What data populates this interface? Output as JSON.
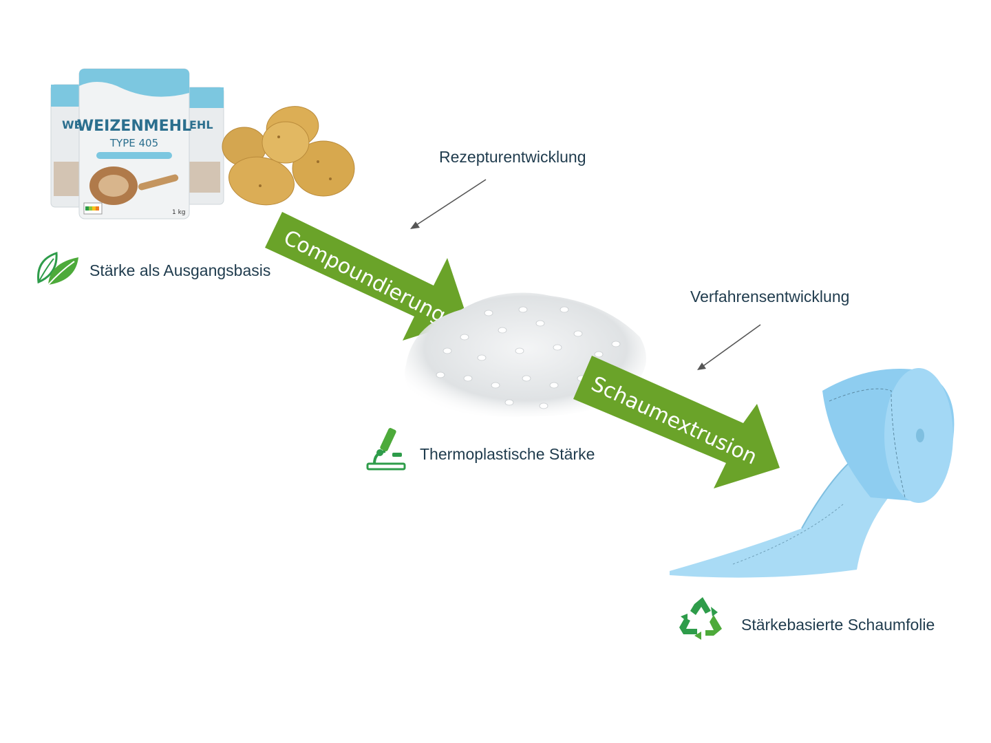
{
  "diagram": {
    "labels": {
      "starch_base": "Stärke als Ausgangsbasis",
      "thermoplastic_starch": "Thermoplastische Stärke",
      "foam_film": "Stärkebasierte Schaumfolie",
      "recipe_development": "Rezepturentwicklung",
      "process_development": "Verfahrensentwicklung"
    },
    "arrows": {
      "compounding": "Compoundierung",
      "foam_extrusion": "Schaumextrusion"
    },
    "flour_bag": {
      "brand": "WEIZENMEHL",
      "type": "TYPE 405",
      "weight": "1 kg"
    },
    "icons": {
      "leaf": "leaf-icon",
      "microscope": "microscope-icon",
      "recycle": "recycle-icon"
    },
    "colors": {
      "arrow_green": "#6aa329",
      "icon_green": "#2e9c4a",
      "foam_blue": "#8ecdf0",
      "label_text": "#1f3b4d"
    }
  }
}
